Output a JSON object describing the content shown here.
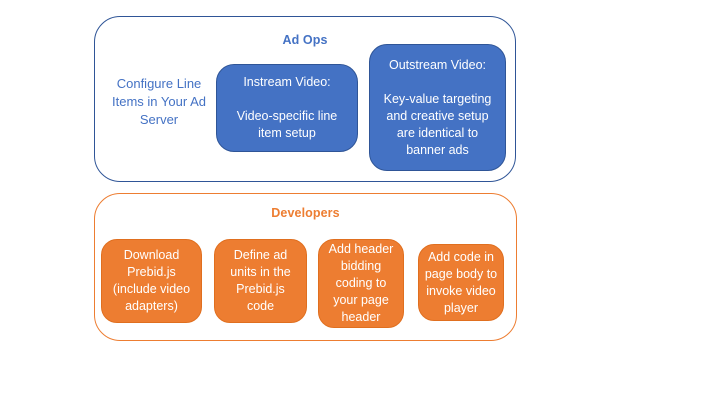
{
  "colors": {
    "blue_fill": "#4472C4",
    "blue_border": "#2F5597",
    "orange_fill": "#ED7D31",
    "text_on_fill": "#FFFFFF"
  },
  "ad_ops": {
    "title": "Ad Ops",
    "side_note": "Configure Line\nItems in Your Ad\nServer",
    "boxes": [
      {
        "name": "instream-video",
        "text": "Instream Video:\n\nVideo-specific line\nitem setup"
      },
      {
        "name": "outstream-video",
        "text": "Outstream Video:\n\nKey-value targeting\nand creative setup\nare identical to\nbanner ads"
      }
    ]
  },
  "developers": {
    "title": "Developers",
    "boxes": [
      {
        "name": "download-prebid",
        "text": "Download\nPrebid.js\n(include video\nadapters)"
      },
      {
        "name": "define-ad-units",
        "text": "Define ad\nunits in the\nPrebid.js\ncode"
      },
      {
        "name": "add-header-bidding",
        "text": "Add header\nbidding\ncoding to\nyour page\nheader"
      },
      {
        "name": "add-page-body-code",
        "text": "Add code in\npage body to\ninvoke video\nplayer"
      }
    ]
  }
}
